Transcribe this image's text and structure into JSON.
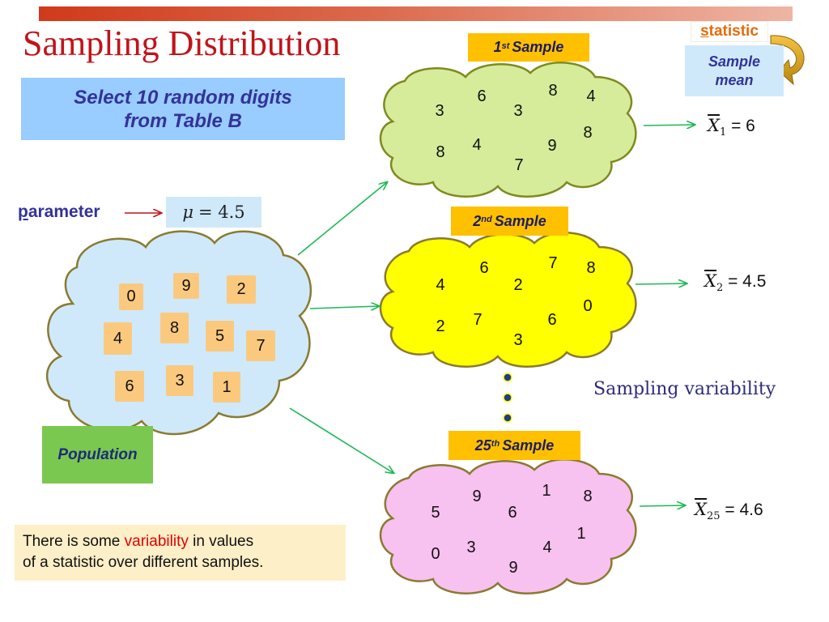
{
  "title": "Sampling Distribution",
  "colors": {
    "title": "#c0141b",
    "accent_blue": "#333399",
    "population_cloud": "#cfe9fb",
    "sample1_cloud": "#d6ec9a",
    "sample2_cloud": "#ffff00",
    "sample25_cloud": "#f7c1f0",
    "arrow": "#1db954",
    "digit_square": "#fbc97e",
    "sample_label": "#ffc000",
    "highlight_red": "#e00000"
  },
  "select_box": {
    "line1": "Select 10 random digits",
    "line2": "from Table B"
  },
  "parameter": {
    "first_letter": "p",
    "rest": "arameter",
    "mu_symbol": "μ",
    "mu_rest": "= 4.5"
  },
  "population": {
    "label": "Population",
    "digits": [
      "0",
      "9",
      "2",
      "4",
      "8",
      "5",
      "7",
      "6",
      "3",
      "1"
    ]
  },
  "statistic": {
    "first_letter": "s",
    "rest": "tatistic"
  },
  "sample_mean": {
    "line1": "Sample",
    "line2": "mean"
  },
  "samples": [
    {
      "label_num": "1",
      "label_sup": "st",
      "label_word": "Sample",
      "digits": [
        "3",
        "6",
        "3",
        "8",
        "4",
        "8",
        "4",
        "9",
        "8",
        "7"
      ],
      "xbar_sub": "1",
      "xbar_value": "= 6"
    },
    {
      "label_num": "2",
      "label_sup": "nd",
      "label_word": "Sample",
      "digits": [
        "4",
        "6",
        "2",
        "7",
        "8",
        "2",
        "7",
        "6",
        "0",
        "3"
      ],
      "xbar_sub": "2",
      "xbar_value": "= 4.5"
    },
    {
      "label_num": "25",
      "label_sup": "th",
      "label_word": "Sample",
      "digits": [
        "5",
        "9",
        "6",
        "1",
        "8",
        "0",
        "3",
        "4",
        "1",
        "9"
      ],
      "xbar_sub": "25",
      "xbar_value": "= 4.6"
    }
  ],
  "xbar_symbol": "X",
  "sampling_variability": "Sampling variability",
  "note": {
    "before": "There is some ",
    "highlight": "variability",
    "after": " in values",
    "line2": "of a statistic over different samples."
  }
}
